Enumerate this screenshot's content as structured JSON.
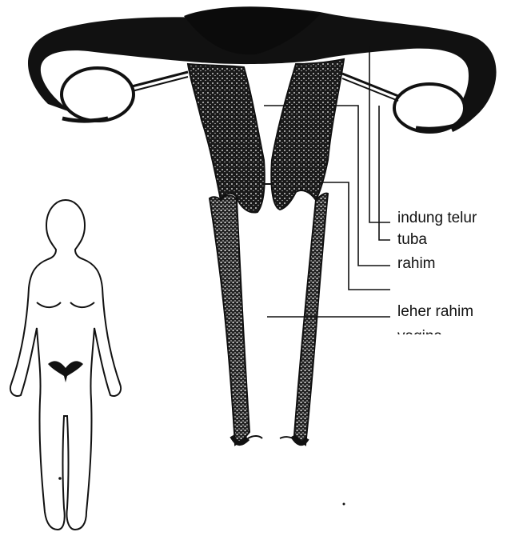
{
  "labels": [
    {
      "id": "ovary",
      "text": "indung telur"
    },
    {
      "id": "tube",
      "text": "tuba"
    },
    {
      "id": "uterus",
      "text": "rahim"
    },
    {
      "id": "cervix",
      "text": "leher rahim"
    },
    {
      "id": "vagina",
      "text": "vagina"
    }
  ],
  "colors": {
    "ink": "#111111",
    "paper": "#ffffff"
  }
}
